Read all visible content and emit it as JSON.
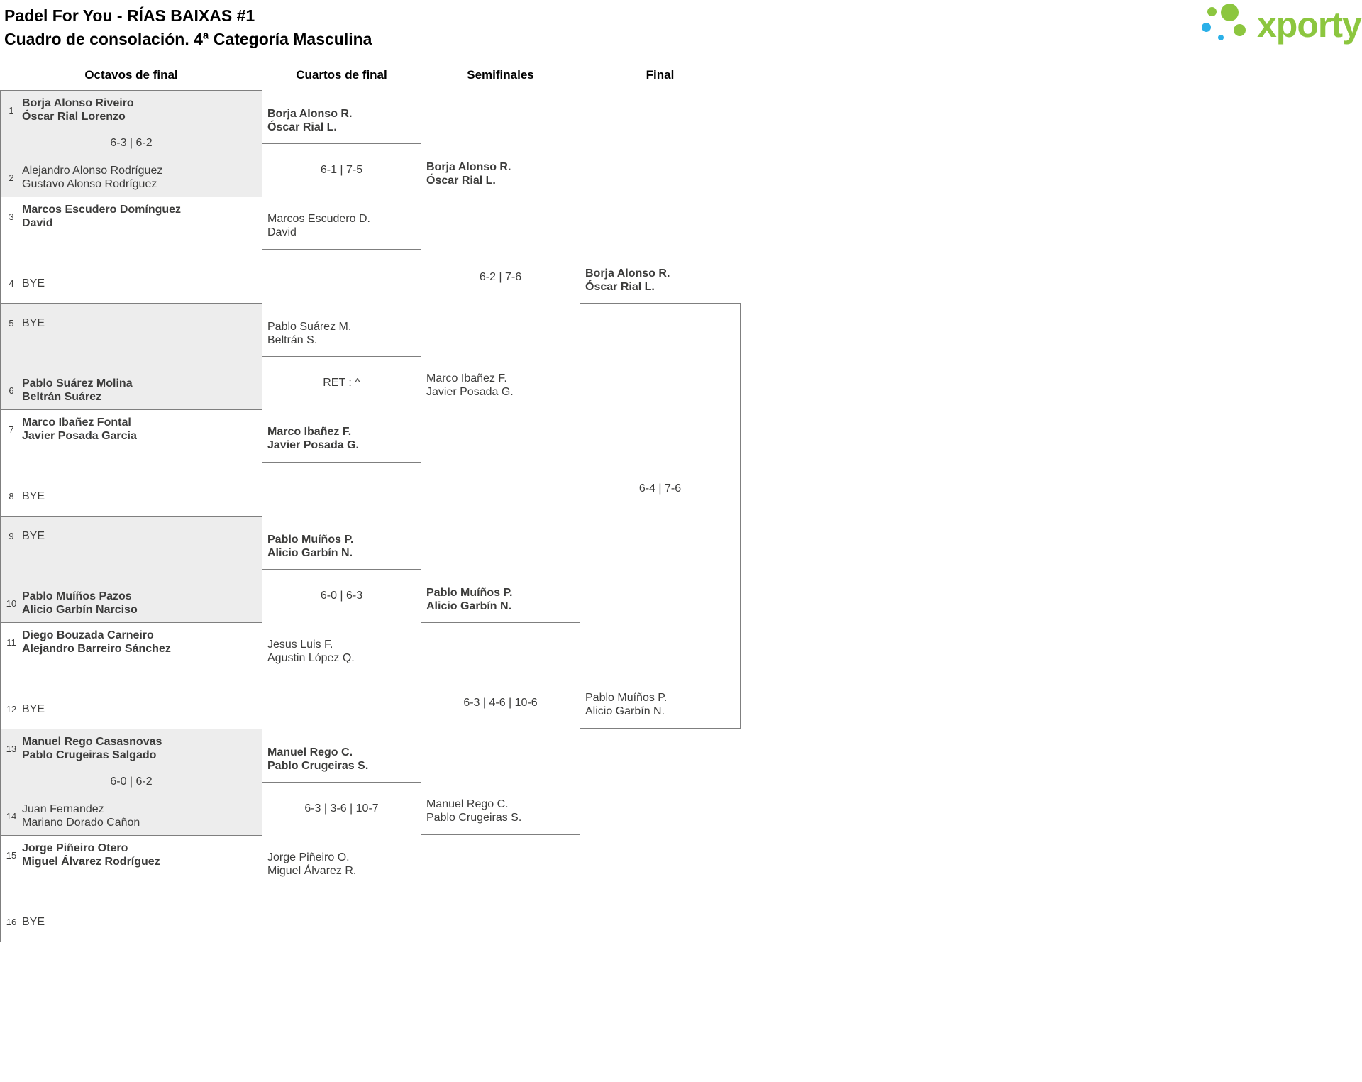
{
  "header": {
    "title": "Padel For You - RÍAS BAIXAS #1",
    "subtitle": "Cuadro de consolación. 4ª Categoría Masculina",
    "logo_text": "xporty"
  },
  "columns": {
    "r16": "Octavos de final",
    "qf": "Cuartos de final",
    "sf": "Semifinales",
    "final": "Final"
  },
  "colors": {
    "brand_green": "#8cc63f",
    "brand_blue": "#2bb0e8",
    "shaded_match": "#ededed",
    "line": "#7f7f7f",
    "text": "#3c3c3b"
  },
  "bracket": {
    "r16": [
      {
        "seed1": "1",
        "team1": [
          "Borja Alonso Riveiro",
          "Óscar Rial Lorenzo"
        ],
        "seed2": "2",
        "team2": [
          "Alejandro Alonso Rodríguez",
          "Gustavo Alonso Rodríguez"
        ],
        "score": "6-3 | 6-2"
      },
      {
        "seed1": "3",
        "team1": [
          "Marcos Escudero Domínguez",
          "David"
        ],
        "seed2": "4",
        "team2": [
          "BYE"
        ],
        "score": ""
      },
      {
        "seed1": "5",
        "team1": [
          "BYE"
        ],
        "seed2": "6",
        "team2": [
          "Pablo Suárez Molina",
          "Beltrán Suárez"
        ],
        "score": ""
      },
      {
        "seed1": "7",
        "team1": [
          "Marco Ibañez Fontal",
          "Javier Posada Garcia"
        ],
        "seed2": "8",
        "team2": [
          "BYE"
        ],
        "score": ""
      },
      {
        "seed1": "9",
        "team1": [
          "BYE"
        ],
        "seed2": "10",
        "team2": [
          "Pablo Muíños Pazos",
          "Alicio Garbín Narciso"
        ],
        "score": ""
      },
      {
        "seed1": "11",
        "team1": [
          "Diego Bouzada Carneiro",
          "Alejandro Barreiro Sánchez"
        ],
        "seed2": "12",
        "team2": [
          "BYE"
        ],
        "score": ""
      },
      {
        "seed1": "13",
        "team1": [
          "Manuel Rego Casasnovas",
          "Pablo Crugeiras Salgado"
        ],
        "seed2": "14",
        "team2": [
          "Juan Fernandez",
          "Mariano Dorado Cañon"
        ],
        "score": "6-0 | 6-2"
      },
      {
        "seed1": "15",
        "team1": [
          "Jorge Piñeiro Otero",
          "Miguel Álvarez Rodríguez"
        ],
        "seed2": "16",
        "team2": [
          "BYE"
        ],
        "score": ""
      }
    ],
    "qf": [
      {
        "team1": [
          "Borja Alonso R.",
          "Óscar Rial L."
        ],
        "team2": [
          "Marcos Escudero D.",
          "David"
        ],
        "score": "6-1 | 7-5"
      },
      {
        "team1": [
          "Pablo Suárez M.",
          "Beltrán S."
        ],
        "team2": [
          "Marco Ibañez F.",
          "Javier Posada G."
        ],
        "score": "RET : ^"
      },
      {
        "team1": [
          "Pablo Muíños P.",
          "Alicio Garbín N."
        ],
        "team2": [
          "Jesus Luis F.",
          "Agustin López Q."
        ],
        "score": "6-0 | 6-3"
      },
      {
        "team1": [
          "Manuel Rego C.",
          "Pablo Crugeiras S."
        ],
        "team2": [
          "Jorge Piñeiro O.",
          "Miguel Álvarez R."
        ],
        "score": "6-3 | 3-6 | 10-7"
      }
    ],
    "sf": [
      {
        "team1": [
          "Borja Alonso R.",
          "Óscar Rial L."
        ],
        "team2": [
          "Marco Ibañez F.",
          "Javier Posada G."
        ],
        "score": "6-2 | 7-6"
      },
      {
        "team1": [
          "Pablo Muíños P.",
          "Alicio Garbín N."
        ],
        "team2": [
          "Manuel Rego C.",
          "Pablo Crugeiras S."
        ],
        "score": "6-3 | 4-6 | 10-6"
      }
    ],
    "final": [
      {
        "team1": [
          "Borja Alonso R.",
          "Óscar Rial L."
        ],
        "team2": [
          "Pablo Muíños P.",
          "Alicio Garbín N."
        ],
        "score": "6-4 | 7-6"
      }
    ]
  }
}
